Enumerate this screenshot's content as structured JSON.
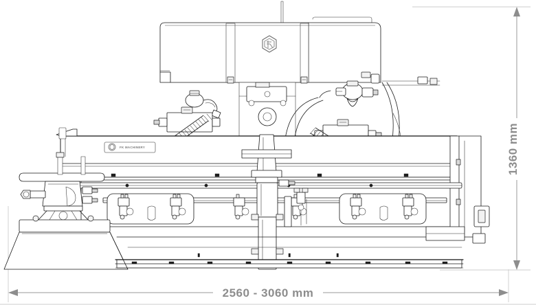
{
  "drawing": {
    "type": "technical-elevation-drawing",
    "subject": "FK Machinery flail mower / verge mower head",
    "view": "front elevation",
    "background_color": "#ffffff",
    "line_color": "#1a1a1a",
    "annotation_color": "#8d8d8d"
  },
  "dimensions": {
    "width_label": "2560 - 3060 mm",
    "height_label": "1360 mm",
    "width_unit": "mm",
    "height_unit": "mm",
    "width_min": 2560,
    "width_max": 3060,
    "height_value": 1360
  },
  "branding": {
    "emblem_name": "fk-hexagon-emblem",
    "emblem_letters": "FK",
    "nameplate_text": "FK MACHINERY",
    "nameplate_color": "#7b7b7b"
  },
  "components": {
    "top_housing": "engine-hood-housing",
    "antenna": "vertical-rod",
    "left_gearbox": "left-gearbox-assembly",
    "left_skid": "left-skid-shoe",
    "center_column": "center-pivot-column",
    "roller": "support-roller",
    "hydraulic_block": "hydraulic-valve-manifold",
    "hoses": "hydraulic-hose-bundle",
    "cylinders": "hydraulic-cylinders",
    "springs": "tension-spring-assemblies",
    "lower_panel": "lower-deck-panel",
    "bottom_rail": "bottom-skid-rail"
  }
}
